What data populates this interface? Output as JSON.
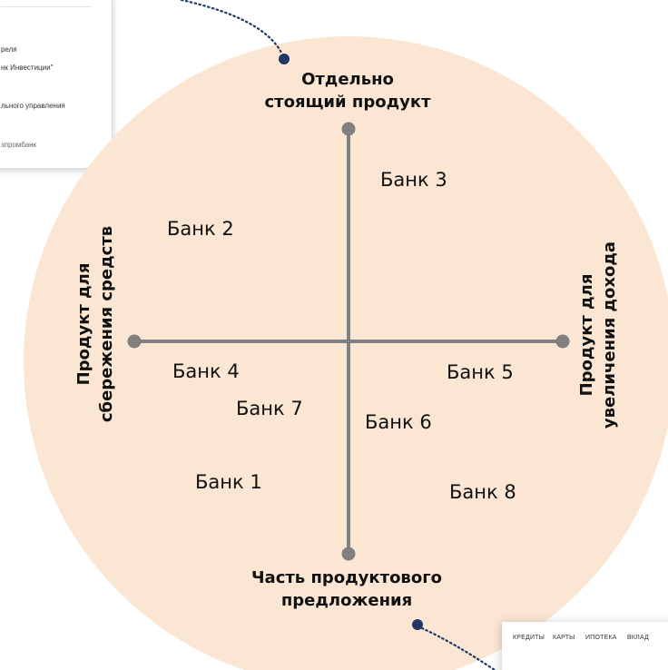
{
  "diagram": {
    "axis_labels": {
      "top": "Отдельно\nстоящий продукт",
      "bottom": "Часть продуктового\nпредложения",
      "left": "Продукт для\nсбережения средств",
      "right": "Продукт для\nувеличения дохода"
    },
    "banks": [
      "Банк 3",
      "Банк 2",
      "Банк 4",
      "Банк 5",
      "Банк 7",
      "Банк 6",
      "Банк 1",
      "Банк 8"
    ],
    "colors": {
      "circle_fill": "#fae6d3",
      "axis_line": "#808080",
      "connector_dots": "#1f3864"
    }
  },
  "card_top_left": {
    "lines": [
      "реля",
      "нк Инвестиции\"",
      "льного управления",
      "зпромбанк"
    ]
  },
  "card_bottom_right": {
    "nav_items": [
      "КРЕДИТЫ",
      "КАРТЫ",
      "ИПОТЕКА",
      "ВКЛАД"
    ]
  }
}
